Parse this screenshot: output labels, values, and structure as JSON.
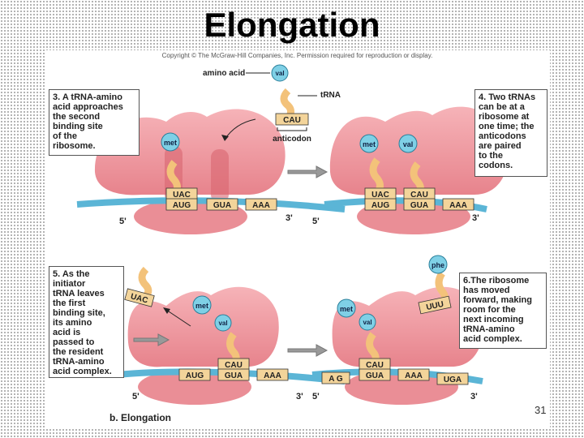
{
  "title": "Elongation",
  "copyright": "Copyright © The McGraw-Hill Companies, Inc. Permission required for reproduction or display.",
  "page_number": "31",
  "footer_label": "b. Elongation",
  "step3": [
    "3. A tRNA-amino",
    "acid approaches",
    "the second",
    "binding site",
    "of the",
    "ribosome."
  ],
  "step4": [
    "4. Two tRNAs",
    "can be at a",
    "ribosome at",
    "one time; the",
    "anticodons",
    "are paired",
    "to the",
    "codons."
  ],
  "step5": [
    "5. As the",
    "initiator",
    "tRNA leaves",
    "the first",
    "binding site,",
    "its amino",
    "acid is",
    "passed to",
    "the resident",
    "tRNA-amino",
    "acid complex."
  ],
  "step6": [
    "6.The ribosome",
    "has moved",
    "forward, making",
    "room for the",
    "next incoming",
    "tRNA-amino",
    "acid complex."
  ],
  "labels": {
    "amino_acid": "amino acid",
    "trna": "tRNA",
    "anticodon": "anticodon",
    "five_prime": "5'",
    "three_prime": "3'"
  },
  "amino": {
    "met": "met",
    "val": "val",
    "phe": "phe"
  },
  "codons": {
    "uac": "UAC",
    "aug": "AUG",
    "cau": "CAU",
    "gua": "GUA",
    "aaa": "AAA",
    "uuu": "UUU",
    "uga": "UGA",
    "ag": "A G"
  },
  "colors": {
    "ribosome": "#f1a0a6",
    "ribosome_dark": "#e27d86",
    "mrna": "#5bb5d6",
    "trna": "#f3c27a",
    "amino_acid": "#7fd0e6",
    "codon_box": "#f3d49a"
  }
}
